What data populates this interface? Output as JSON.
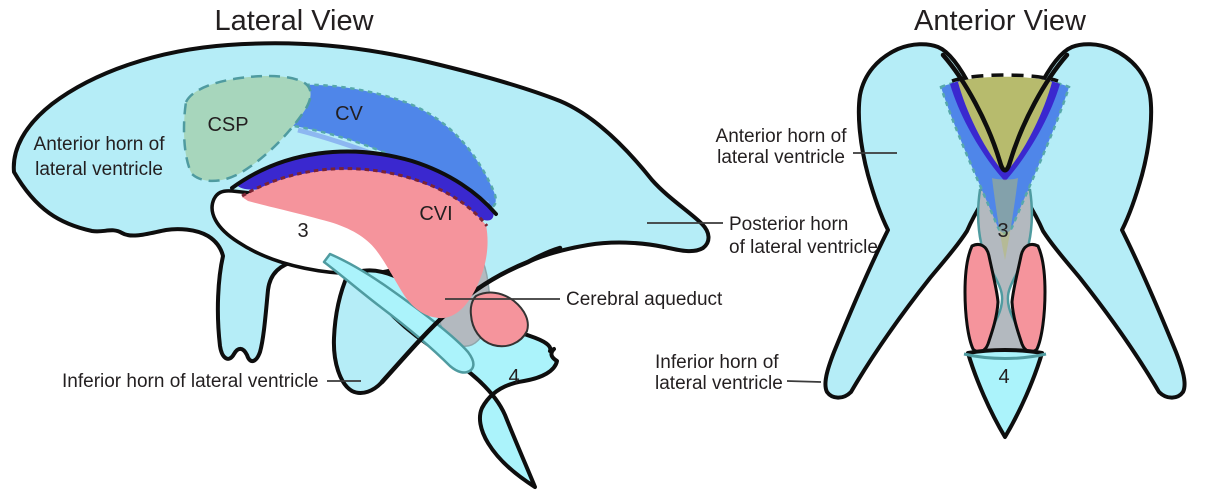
{
  "lateral": {
    "title": "Lateral View",
    "anterior_horn_l1": "Anterior horn of",
    "anterior_horn_l2": "lateral ventricle",
    "csp": "CSP",
    "cv": "CV",
    "cvi": "CVI",
    "third": "3",
    "fourth": "4",
    "posterior_horn_l1": "Posterior horn",
    "posterior_horn_l2": "of lateral ventricle",
    "aqueduct": "Cerebral aqueduct",
    "inferior_horn": "Inferior horn of lateral ventricle"
  },
  "anterior": {
    "title": "Anterior View",
    "anterior_horn_l1": "Anterior horn of",
    "anterior_horn_l2": "lateral ventricle",
    "inferior_horn_l1": "Inferior horn of",
    "inferior_horn_l2": "lateral ventricle",
    "third": "3",
    "fourth": "4"
  },
  "colors": {
    "ventricle_cyan": "#b5edf7",
    "bright_cyan": "#abf3fb",
    "csp_green": "#a7d6bc",
    "cv_blue": "#4f86e9",
    "cv_highlight": "#86adf0",
    "indigo": "#3a28cf",
    "pink": "#f5949c",
    "gray": "#b3b9bf",
    "olive": "#b7bb6d",
    "teal": "#4f9ba0",
    "teal_dash": "#57a8ab",
    "dark_red": "#7a2433",
    "outline": "#0e0e0e",
    "text": "#231f20",
    "white": "#ffffff"
  }
}
